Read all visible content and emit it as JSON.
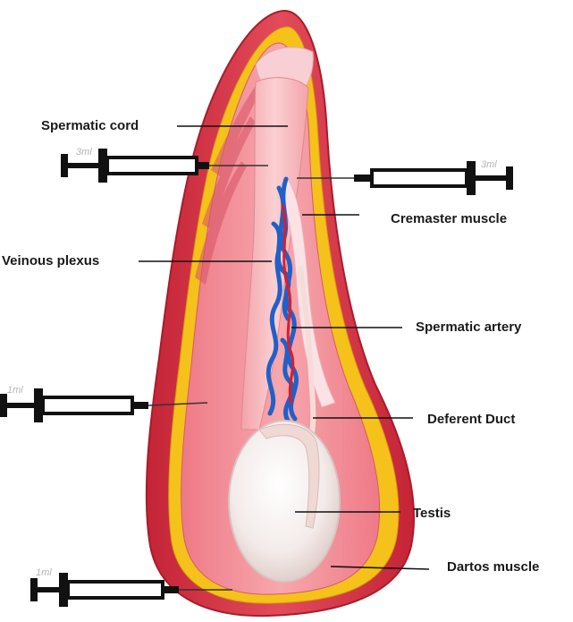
{
  "labels": {
    "spermatic_cord": "Spermatic cord",
    "cremaster_muscle": "Cremaster muscle",
    "veinous_plexus": "Veinous plexus",
    "spermatic_artery": "Spermatic artery",
    "deferent_duct": "Deferent Duct",
    "testis": "Testis",
    "dartos_muscle": "Dartos muscle"
  },
  "syringes": {
    "upper_left_volume": "3ml",
    "upper_right_volume": "3ml",
    "middle_left_volume": "1ml",
    "lower_left_volume": "1ml"
  },
  "colors": {
    "outer_skin": "#d8384a",
    "inner_skin": "#f08a92",
    "fat": "#f4c21a",
    "muscle": "#e6707c",
    "cord": "#f7b8bb",
    "vein": "#2060c8",
    "artery": "#d81e2a",
    "testis": "#f4eeec"
  }
}
